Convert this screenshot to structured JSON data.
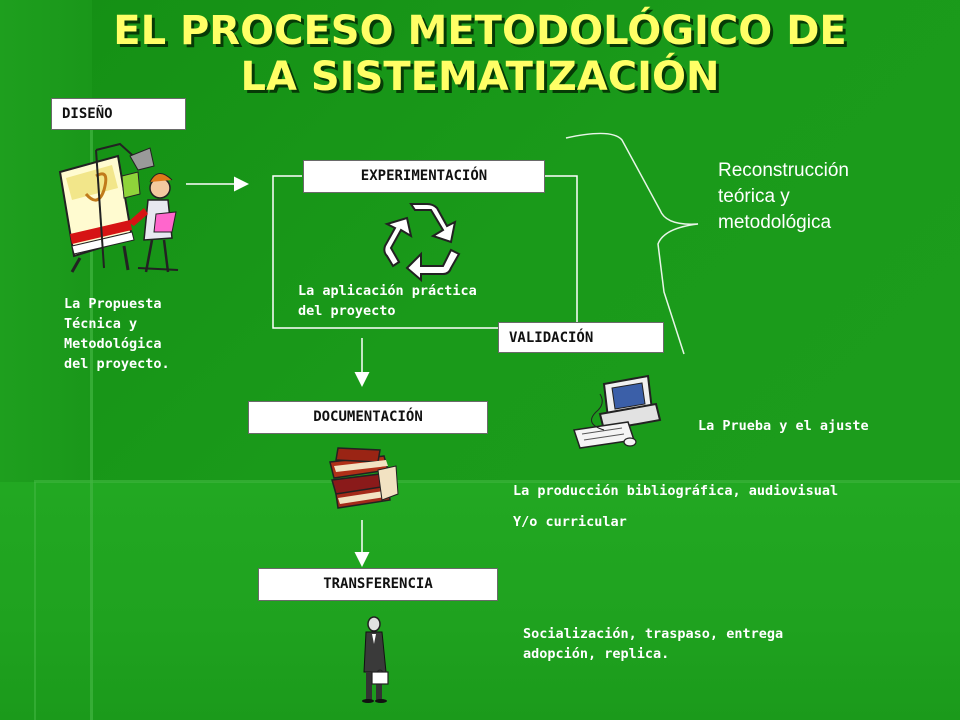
{
  "title_line1": "EL PROCESO METODOLÓGICO DE",
  "title_line2": "LA SISTEMATIZACIÓN",
  "boxes": {
    "diseno": "DISEÑO",
    "experimentacion": "EXPERIMENTACIÓN",
    "validacion": "VALIDACIÓN",
    "documentacion": "DOCUMENTACIÓN",
    "transferencia": "TRANSFERENCIA"
  },
  "texts": {
    "propuesta": "La Propuesta\nTécnica y\nMetodológica\ndel proyecto.",
    "aplicacion": "La aplicación práctica\ndel proyecto",
    "reconstruccion": "Reconstrucción\nteórica y\nmetodológica",
    "prueba": "La Prueba y el ajuste",
    "produccion_1": "La producción bibliográfica, audiovisual",
    "produccion_2": "Y/o curricular",
    "socializacion": "Socialización, traspaso, entrega\nadopción, replica."
  },
  "icons": {
    "designer": "designer-at-drafting-table-icon",
    "recycle": "recycle-icon",
    "computer": "computer-icon",
    "books": "books-stack-icon",
    "person": "businessman-icon"
  },
  "colors": {
    "background": "#1a961a",
    "title": "#ffff66",
    "box_fill": "#ffffff",
    "text": "#ffffff"
  }
}
